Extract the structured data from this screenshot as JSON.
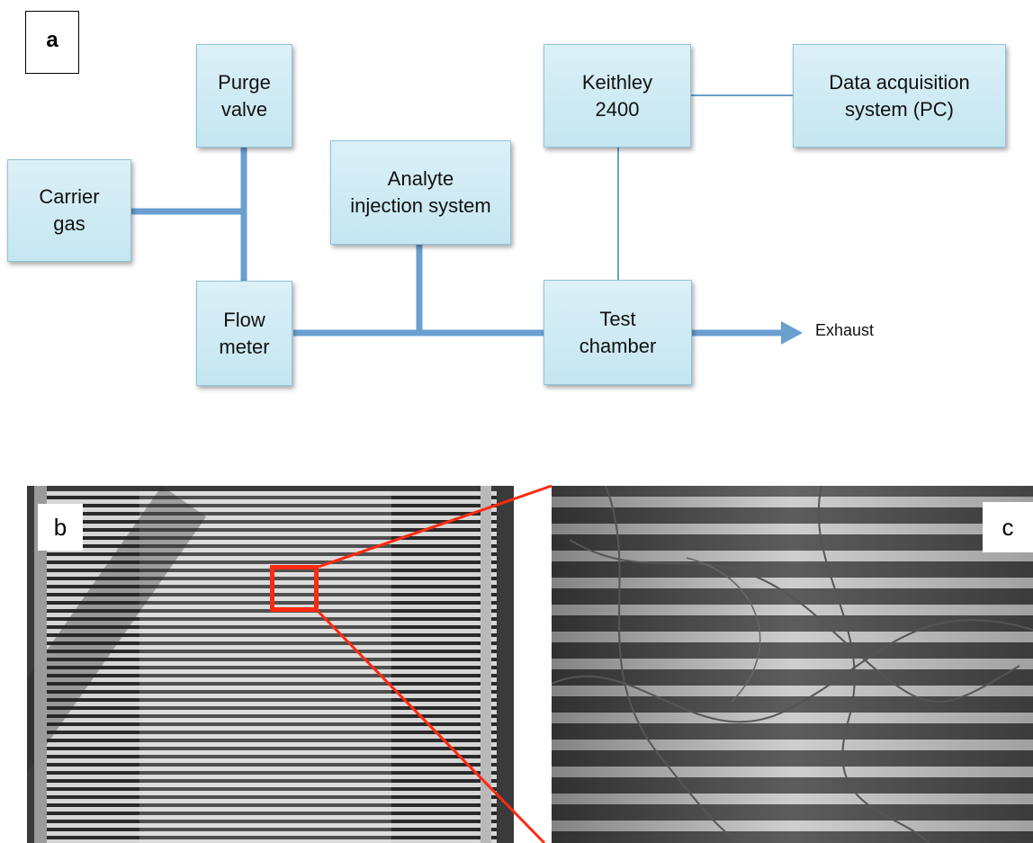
{
  "panel_a": {
    "label": "a",
    "boxes": {
      "carrier_gas": "Carrier\ngas",
      "purge_valve": "Purge\nvalve",
      "flow_meter": "Flow\nmeter",
      "analyte_injection": "Analyte\ninjection system",
      "test_chamber": "Test\nchamber",
      "keithley": "Keithley\n2400",
      "data_acquisition": "Data acquisition\nsystem (PC)"
    },
    "exhaust_label": "Exhaust",
    "colors": {
      "pipe": "#6a9fd0",
      "box_fill": "#cfeaf4",
      "box_border": "#8fc4d8",
      "wire": "#6a9fd0"
    }
  },
  "panel_b": {
    "label": "b"
  },
  "panel_c": {
    "label": "c"
  },
  "colors": {
    "zoom_marker": "#ff2a10"
  }
}
